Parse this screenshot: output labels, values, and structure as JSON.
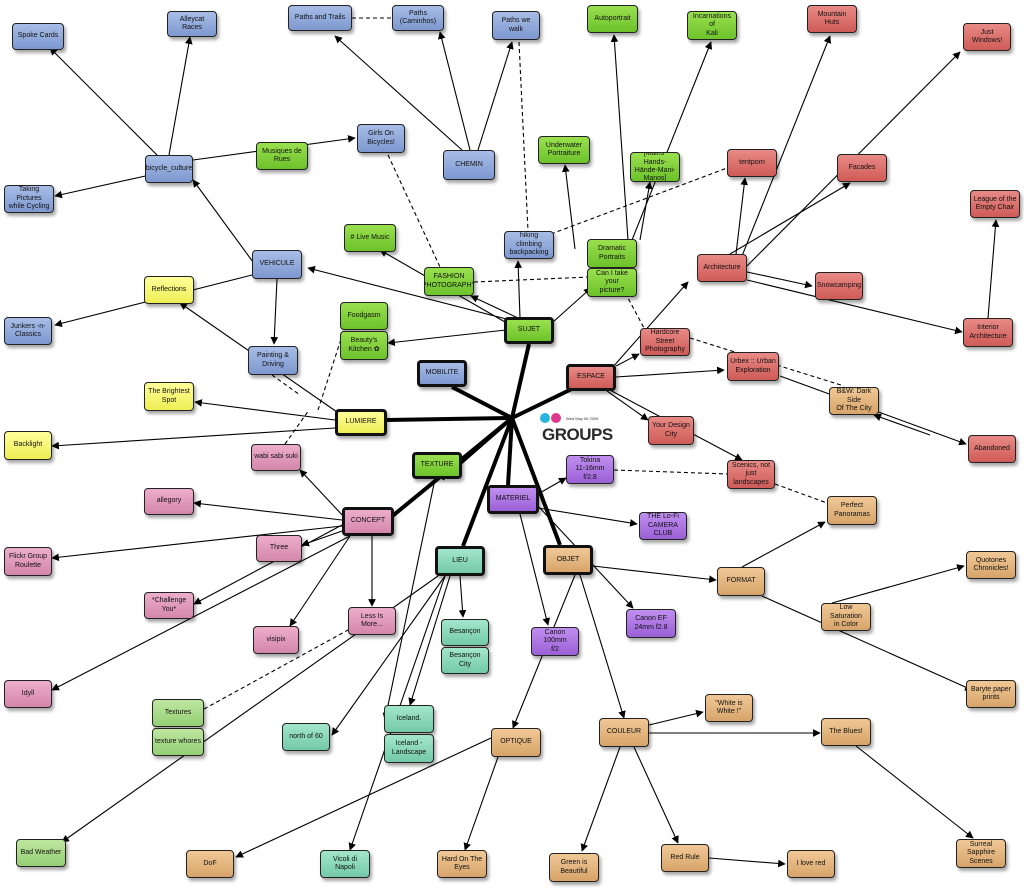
{
  "logo": {
    "date": "Wed May 06 2009",
    "title": "GROUPS",
    "dot_colors": [
      "#2ab4e0",
      "#e0388e"
    ]
  },
  "colors": {
    "blue": "#8aa6d9",
    "green": "#7ed23a",
    "red": "#db6f6b",
    "yellow": "#f5f570",
    "pink": "#df99bb",
    "teal": "#86d6b8",
    "purple": "#a872e2",
    "tan": "#e2b47e",
    "sage": "#a6d886"
  },
  "nodes": {
    "sujet": "SUJET",
    "mobilite": "MOBILITE",
    "espace": "ESPACE",
    "lumiere": "LUMIERE",
    "texture": "TEXTURE",
    "concept": "CONCEPT",
    "materiel": "MATERIEL",
    "lieu": "LIEU",
    "objet": "OBJET",
    "spoke_cards": "Spoke Cards",
    "alleycat": "Alleycat Races",
    "paths_trails": "Paths and Trails",
    "caminhos": "Paths\n(Caminhos)",
    "paths_walk": "Paths we walk",
    "autoportrait": "Autoportrait",
    "kali": "Incarnations of\nKali",
    "mountain_huts": "Mountain Huts",
    "just_windows": "Just Windows!",
    "bicycle_culture": "bicycle_culture",
    "girls_bicycles": "Girls On\nBicycles!",
    "chemin": "CHEMIN",
    "underwater": "Underwater\nPortraiture",
    "mains": "[Mains-Hands-\nHände-Mani-\nManos]",
    "tentporn": "tentporn",
    "facades": "Facades",
    "musiques": "Musiques de\nRues",
    "taking_pictures": "Taking Pictures\nwhile Cycling",
    "league": "League of the\nEmpty Chair",
    "live_music": "# Live Music",
    "hiking": "hiking climbing\nbackpacking",
    "dramatic": "Dramatic\nPortraits",
    "vehicule": "VEHICULE",
    "architecture": "Architecture",
    "fashion": "FASHION\nPHOTOGRAPHY",
    "can_i_take": "Can I take your\npicture?",
    "reflections": "Reflections",
    "snowcamping": "Snowcamping",
    "foodgasm": "Foodgasm",
    "junkers": "Junkers -n-\nClassics",
    "beautys_kitchen": "Beauty's\nKitchen ✿",
    "hardcore_street": "Hardcore Street\nPhotography",
    "interior_arch": "Interior\nArchitecture",
    "painting_driving": "Painting &\nDriving",
    "urbex": "Urbex :: Urban\nExploration",
    "brightest_spot": "The Brightest\nSpot",
    "bw_dark": "B&W: Dark Side\nOf The City",
    "your_design_city": "Your Design\nCity",
    "backlight": "Backlight",
    "abandoned": "Abandoned",
    "wabi_sabi": "wabi sabi suki",
    "scenics": "Scenics, not\njust landscapes",
    "tokina": "Tokina\n11-16mm f/2.8",
    "allegory": "allegory",
    "perfect_panoramas": "Perfect\nPanoramas",
    "lofi_camera": "THE Lo-Fi\nCAMERA CLUB",
    "flickr_roulette": "Flickr Group\nRoulette",
    "three": "Three",
    "quotones": "Quotones\nChronicles!",
    "format": "FORMAT",
    "challenge_you": "*Challenge You*",
    "less_is_more": "Less Is More...",
    "low_saturation": "Low Saturation\nin Color",
    "visipix": "visipix",
    "besancon": "Besançon",
    "canon_ef": "Canon EF\n24mm f2.8",
    "besancon_city": "Besançon City",
    "canon_100": "Canon 100mm\nf/2",
    "idyll": "Idyll",
    "baryte": "Baryte paper\nprints",
    "textures": "Textures",
    "white_is_white": "\"White is\nWhite !\"",
    "texture_whores": "texture whores",
    "north_of_60": "north of 60",
    "iceland": "Iceland.",
    "couleur": "COULEUR",
    "optique": "OPTIQUE",
    "the_blues": "The Blues!",
    "iceland_landscape": "Iceland -\nLandscape",
    "bad_weather": "Bad Weather",
    "surreal_sapphire": "Surreal Sapphire\nScenes",
    "red_rule": "Red Rule",
    "dof": "DoF",
    "vicoli": "Vicoli di Napoli",
    "hard_on_eyes": "Hard On The\nEyes",
    "green_beautiful": "Green is\nBeautiful",
    "i_love_red": "I love red"
  }
}
